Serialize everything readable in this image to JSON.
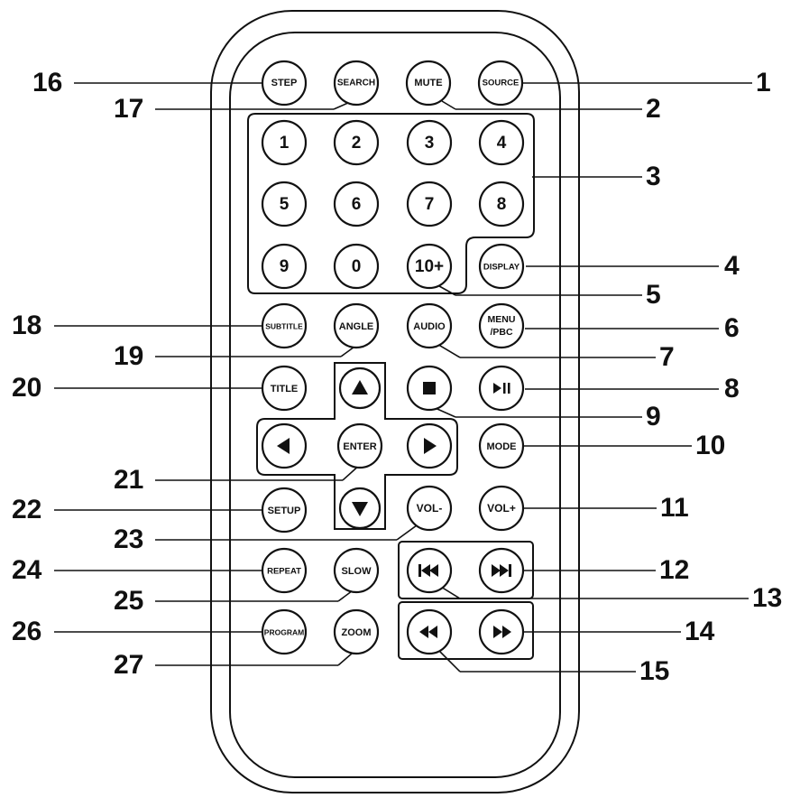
{
  "buttons": {
    "step": "STEP",
    "search": "SEARCH",
    "mute": "MUTE",
    "source": "SOURCE",
    "n1": "1",
    "n2": "2",
    "n3": "3",
    "n4": "4",
    "n5": "5",
    "n6": "6",
    "n7": "7",
    "n8": "8",
    "n9": "9",
    "n0": "0",
    "n10plus": "10+",
    "display": "DISPLAY",
    "subtitle": "SUBTITLE",
    "angle": "ANGLE",
    "audio": "AUDIO",
    "menu_line1": "MENU",
    "menu_line2": "/PBC",
    "title": "TITLE",
    "enter": "ENTER",
    "mode": "MODE",
    "setup": "SETUP",
    "vol_minus": "VOL-",
    "vol_plus": "VOL+",
    "repeat": "REPEAT",
    "slow": "SLOW",
    "program": "PROGRAM",
    "zoom": "ZOOM"
  },
  "icons": {
    "up": "up-arrow-icon",
    "down": "down-arrow-icon",
    "left": "left-arrow-icon",
    "right": "right-arrow-icon",
    "stop": "stop-icon",
    "play_pause": "play-pause-icon",
    "prev": "skip-previous-icon",
    "next": "skip-next-icon",
    "rewind": "rewind-icon",
    "fast_forward": "fast-forward-icon"
  },
  "callouts": {
    "c1": "1",
    "c2": "2",
    "c3": "3",
    "c4": "4",
    "c5": "5",
    "c6": "6",
    "c7": "7",
    "c8": "8",
    "c9": "9",
    "c10": "10",
    "c11": "11",
    "c12": "12",
    "c13": "13",
    "c14": "14",
    "c15": "15",
    "c16": "16",
    "c17": "17",
    "c18": "18",
    "c19": "19",
    "c20": "20",
    "c21": "21",
    "c22": "22",
    "c23": "23",
    "c24": "24",
    "c25": "25",
    "c26": "26",
    "c27": "27"
  },
  "colors": {
    "ink": "#111111",
    "paper": "#ffffff"
  }
}
